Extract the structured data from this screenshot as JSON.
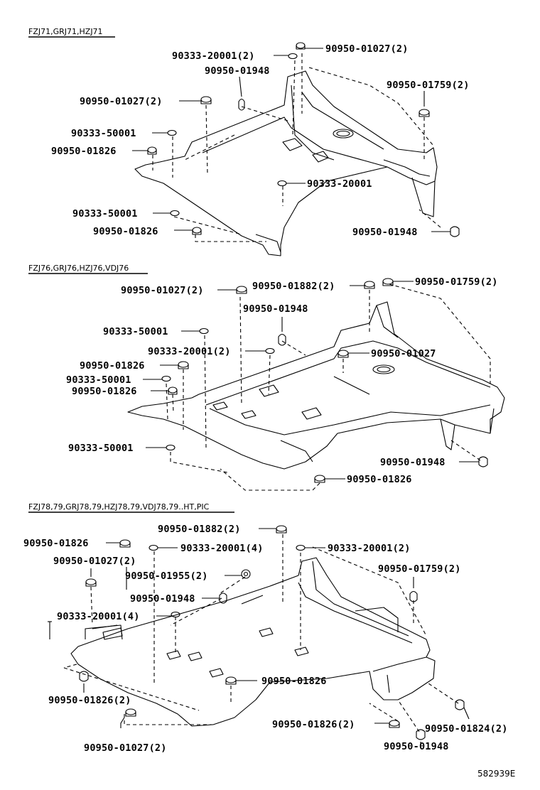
{
  "sections": [
    {
      "title": "FZJ71,GRJ71,HZJ71",
      "labels": [
        "90950-01027(2)",
        "90333-20001(2)",
        "90950-01948",
        "90950-01759(2)",
        "90950-01027(2)",
        "90333-50001",
        "90950-01826",
        "90333-20001",
        "90333-50001",
        "90950-01826",
        "90950-01948"
      ]
    },
    {
      "title": "FZJ76,GRJ76,HZJ76,VDJ76",
      "labels": [
        "90950-01027(2)",
        "90950-01882(2)",
        "90950-01759(2)",
        "90950-01948",
        "90333-50001",
        "90333-20001(2)",
        "90950-01027",
        "90950-01826",
        "90333-50001",
        "90950-01826",
        "90333-50001",
        "90950-01948",
        "90950-01826"
      ]
    },
    {
      "title": "FZJ78,79,GRJ78,79,HZJ78,79,VDJ78,79..HT,PIC",
      "labels": [
        "90950-01882(2)",
        "90950-01826",
        "90333-20001(4)",
        "90333-20001(2)",
        "90950-01027(2)",
        "90950-01955(2)",
        "90950-01759(2)",
        "90950-01948",
        "90333-20001(4)",
        "90950-01826",
        "90950-01826(2)",
        "90950-01826(2)",
        "90950-01824(2)",
        "90950-01027(2)",
        "90950-01948"
      ]
    }
  ],
  "diagram_code": "582939E"
}
